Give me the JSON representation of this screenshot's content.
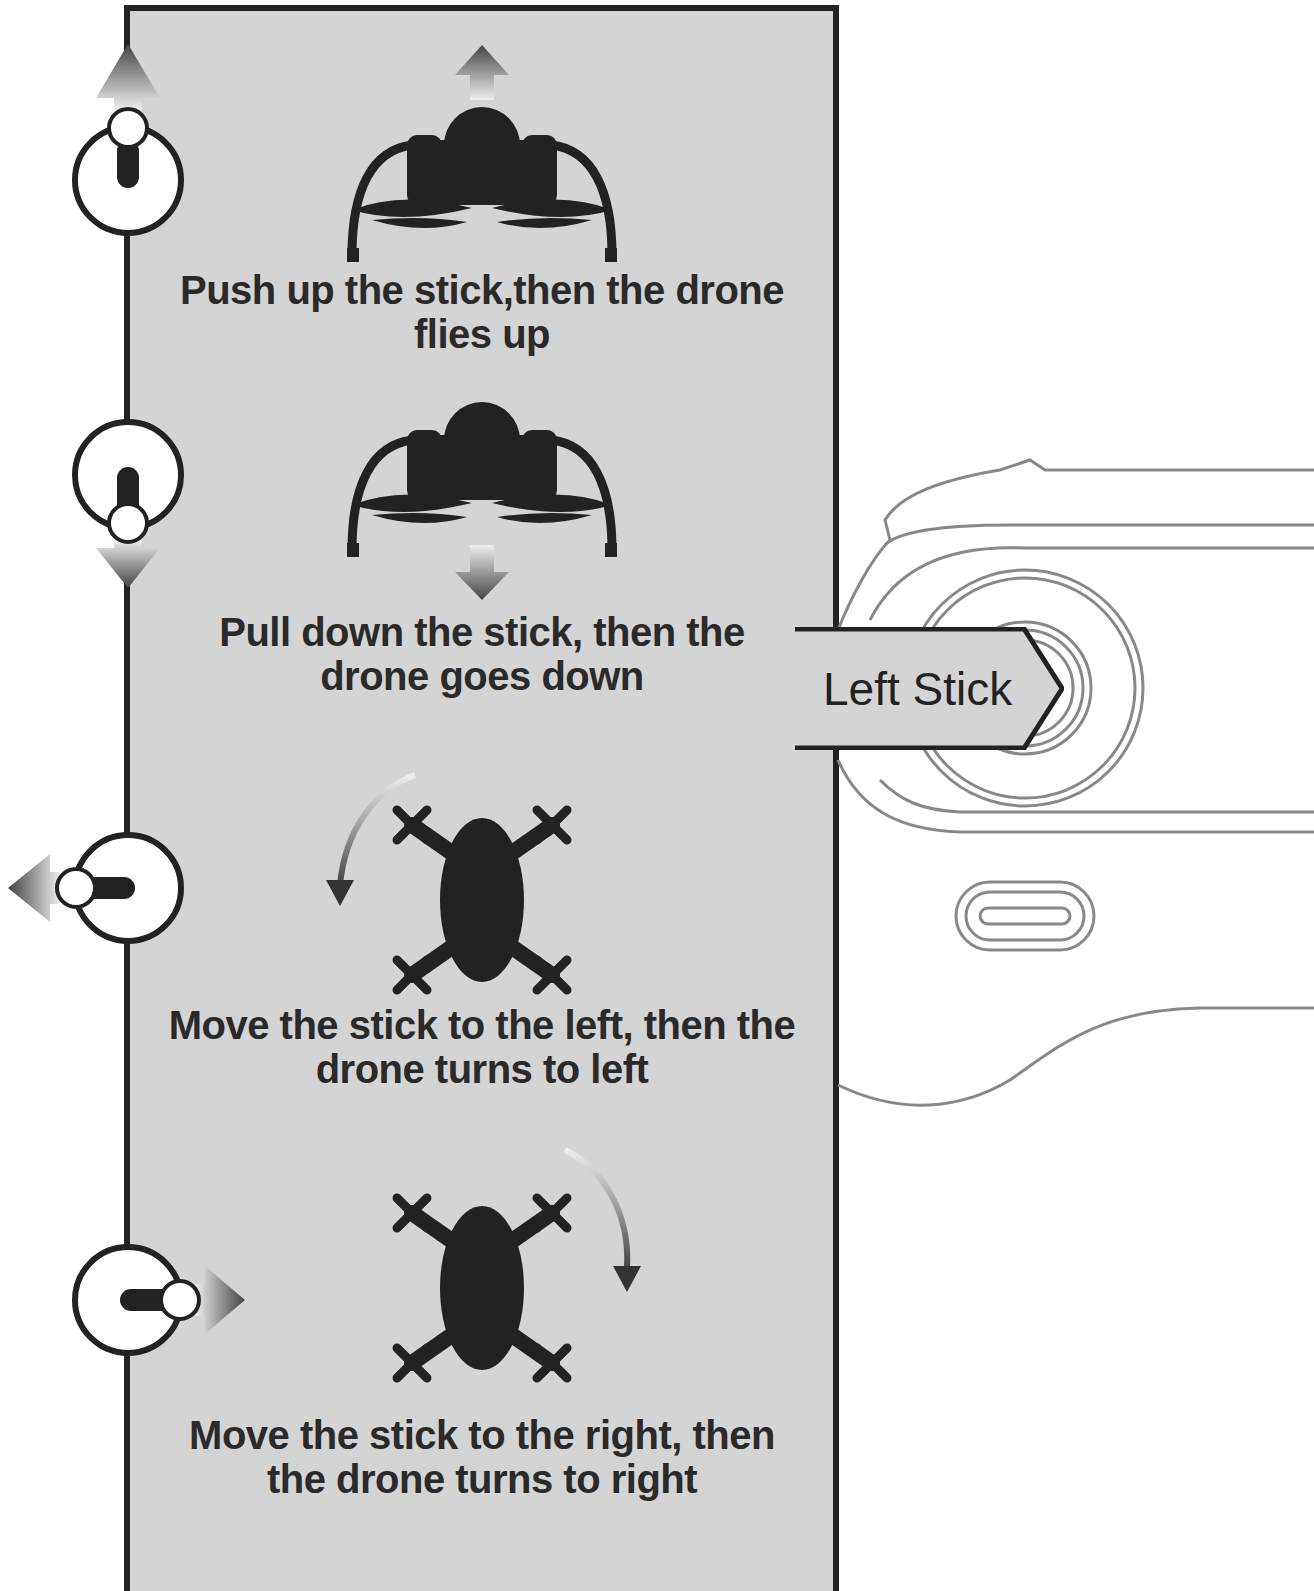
{
  "diagram": {
    "nodes": [
      {
        "text": [
          "Left Stick"
        ]
      }
    ],
    "labels": [
      "Push up the stick,then the drone flies up",
      "Pull down the stick, then the drone goes down",
      "Move the stick to the left, then the drone turns to left",
      "Move the stick to the right, then the drone turns to right"
    ]
  }
}
